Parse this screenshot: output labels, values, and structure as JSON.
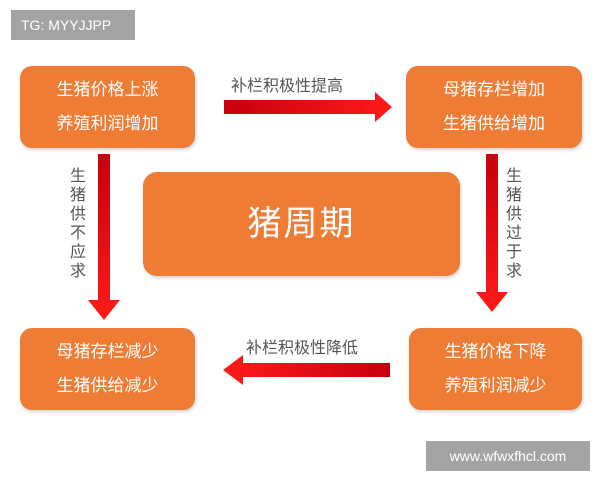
{
  "watermark_top": "TG: MYYJJPP",
  "watermark_bottom": "www.wfwxfhcl.com",
  "center": {
    "title": "猪周期"
  },
  "boxes": {
    "top_left": {
      "line1": "生猪价格上涨",
      "line2": "养殖利润增加"
    },
    "top_right": {
      "line1": "母猪存栏增加",
      "line2": "生猪供给增加"
    },
    "bottom_right": {
      "line1": "生猪价格下降",
      "line2": "养殖利润减少"
    },
    "bottom_left": {
      "line1": "母猪存栏减少",
      "line2": "生猪供给减少"
    }
  },
  "arrows": {
    "top": {
      "label": "补栏积极性提高"
    },
    "right": {
      "label": "生猪供过于求"
    },
    "bottom": {
      "label": "补栏积极性降低"
    },
    "left": {
      "label": "生猪供不应求"
    }
  },
  "colors": {
    "box_fill": "#ee7c34",
    "arrow_red": "#e60012",
    "watermark_bg": "#a3a3a3"
  }
}
